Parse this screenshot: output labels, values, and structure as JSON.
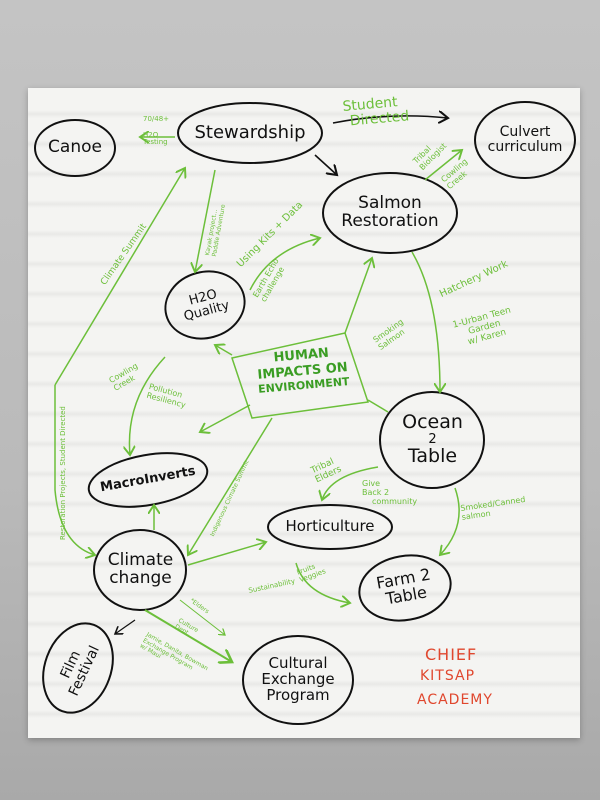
{
  "nodes": {
    "canoe": "Canoe",
    "stewardship": "Stewardship",
    "culvert": "Culvert curriculum",
    "salmon": [
      "Salmon",
      "Restoration"
    ],
    "h2o": [
      "H2O",
      "Quality"
    ],
    "ocean": [
      "Ocean",
      "2",
      "Table"
    ],
    "macro": "MacroInverts",
    "climate": [
      "Climate",
      "change"
    ],
    "horticulture": "Horticulture",
    "farm": [
      "Farm 2",
      "Table"
    ],
    "film": [
      "Film",
      "Festival"
    ],
    "cultural": [
      "Cultural",
      "Exchange",
      "Program"
    ]
  },
  "hub": [
    "HUMAN",
    "IMPACTS ON",
    "ENVIRONMENT"
  ],
  "labels": {
    "h2o_testing": [
      "70/48+",
      "H2O",
      "Testing"
    ],
    "student_directed": [
      "Student",
      "Directed"
    ],
    "tribal_biologist": [
      "Tribal",
      "Biologist"
    ],
    "cowling_creek_top": [
      "Cowling",
      "Creek"
    ],
    "kayak": [
      "Kayak project...",
      "Paddle Adventure"
    ],
    "using_kits": "Using Kits + Data",
    "earth_echo": [
      "Earth Echo",
      "challenge"
    ],
    "hatchery": "Hatchery Work",
    "urban_teen": [
      "1-Urban Teen",
      "Garden",
      "w/ Karen"
    ],
    "smoking_salmon": [
      "Smoking",
      "Salmon"
    ],
    "climate_summit": "Climate Summit",
    "cowling_creek": [
      "Cowling",
      "Creek"
    ],
    "pollution": [
      "Pollution",
      "Resiliency"
    ],
    "restoration": "Restoration Projects, Student Directed",
    "tribal_elders": [
      "Tribal",
      "Elders"
    ],
    "give_back": [
      "Give",
      "Back 2",
      "community"
    ],
    "smoked_canned": [
      "Smoked/Canned",
      "salmon"
    ],
    "indigenous": "Indigenous Climate Summit",
    "sustainability": "Sustainability",
    "fruits": [
      "Fruits",
      "Veggies"
    ],
    "elders": "*Elders",
    "culture_dept": [
      "Culture",
      "Dept."
    ],
    "exchange_program": [
      "Jamie, Danita, Bowman",
      "Exchange Program",
      "w/ Maui"
    ]
  },
  "signature": [
    "CHIEF",
    "KITSAP",
    "ACADEMY"
  ],
  "colors": {
    "ink": "#111111",
    "green": "#6cbf3a",
    "hub_green": "#3a9d23",
    "red": "#e0472e"
  }
}
